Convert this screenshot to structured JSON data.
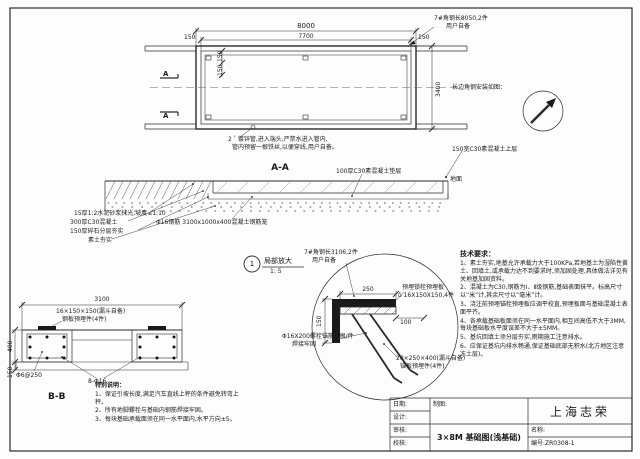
{
  "plan": {
    "dim_8000": "8000",
    "dim_7700": "7700",
    "dim_150_left": "150",
    "dim_150_right": "150",
    "dim_3400": "3400",
    "dim_150_a": "150",
    "dim_150_b": "150",
    "mark_a": "A",
    "note_angle_1": "7#角钢长8050,2件",
    "note_angle_2": "用户自备",
    "note_install": "长边角钢安装如图：",
    "note_pipe_1": "2＇镀锌管,进入端头,严禁水进入管内,",
    "note_pipe_2": "管内预留一根铁丝,以便穿线,用户自备。",
    "note_c30_top": "150宽C30素混凝土上层"
  },
  "section_aa": {
    "label": "A-A",
    "ground": "地面",
    "note_cushion": "100厚C30素混凝土垫层",
    "note_mortar": "15厚1:2水泥砂浆抹光,坡度≤1:10",
    "note_concrete": "300厚C30混凝土",
    "note_gravel": "150厚碎石分层夯实",
    "note_soil": "素土夯实",
    "note_cage": "Φ16钢筋 3100x1000x400混凝土钢筋笼"
  },
  "detail": {
    "bubble_no": "1",
    "title": "局部放大",
    "scale": "1: 5",
    "dim_250": "250",
    "dim_150": "150",
    "dim_100": "100",
    "note_angle_1": "7#角钢长3106,2件",
    "note_angle_2": "用户自备",
    "note_plate_1": "预埋锁栓预埋板",
    "note_plate_2": "δ 16X150X150,4件",
    "note_bolt_1": "Φ16X200螺栓锚筋,4根/件",
    "note_bolt_2": "焊接牢固",
    "note_anchor_1": "20×250×400(漏斗自备)",
    "note_anchor_2": "锚板预埋件(4件)"
  },
  "section_bb": {
    "label": "B-B",
    "dim_3100": "3100",
    "dim_400": "400",
    "dim_150": "150",
    "note_plate_1": "16×150×150(漏斗自备)",
    "note_plate_2": "钢板预埋件(4件)",
    "note_stirrup": "Φ6@250",
    "note_rebar": "8-Φ16"
  },
  "special_notes": {
    "title": "特别说明：",
    "items": [
      "1、保证引坡长度,满足汽车直线上秤的条件避免转弯上秤。",
      "2、所有地脚螺栓与基础内钢筋焊接牢固。",
      "3、每块基础承载面须在同一水平面内,水平方向±5。"
    ]
  },
  "tech": {
    "title": "技术要求：",
    "items": [
      "1、素土夯实,地基允许承载力大于100KPa,若地基土为湿陷性黄土、回填土,或承载力达不到要求时,须加固处理,具体做法详见有关地基加固资料。",
      "2、混凝土为C30,钢筋为Ⅰ、Ⅱ级钢筋,基础表面抹平。标高尺寸以“米”计,其余尺寸以“毫米”计。",
      "3、浇注前预埋锚栓预埋板应调平校直,预埋板面与基础混凝土表面平齐。",
      "4、各承载基础板面须在同一水平面内,相互间高低不大于3MM,每块基础板水平度误差不大于±5MM。",
      "5、基坑回填土须分层夯实,雨期施工注意排水。",
      "6、应保证基坑内排水畅通,保证基础底部无积水(北方地区注意冻土层)。"
    ]
  },
  "title_block": {
    "company": "上海志荣",
    "drawing_title": "3×8M 基础图(浅基础)",
    "date": "日期:",
    "draft": "制图:",
    "design": "设计:",
    "check": "审核:",
    "proof": "校核:",
    "name_label": "名称:",
    "no_label": "编号:ZR0308-1"
  }
}
